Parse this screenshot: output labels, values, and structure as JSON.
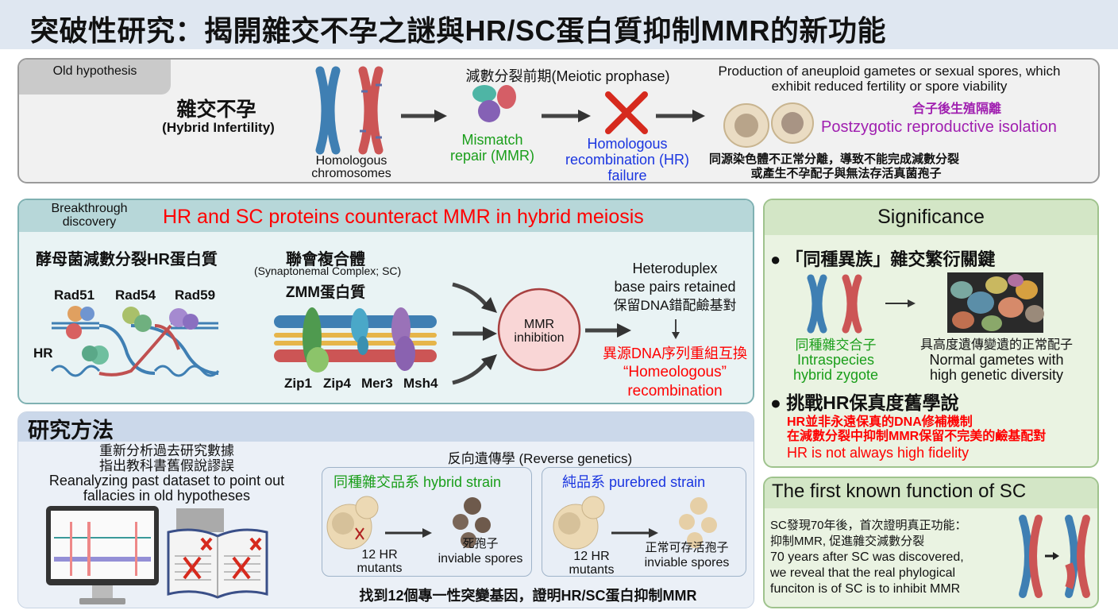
{
  "title": "突破性研究：揭開雜交不孕之謎與HR/SC蛋白質抑制MMR的新功能",
  "old_hypothesis": {
    "tab": "Old hypothesis",
    "topic_zh": "雜交不孕",
    "topic_en": "(Hybrid Infertility)",
    "chromosomes_label": "Homologous chromosomes",
    "stage_label": "減數分裂前期(Meiotic prophase)",
    "mmr_label": "Mismatch repair (MMR)",
    "hr_failure_label": "Homologous recombination (HR) failure",
    "outcome_en": "Production of aneuploid gametes or sexual spores, which exhibit reduced fertility or spore viability",
    "isolation_zh": "合子後生殖隔離",
    "isolation_en": "Postzygotic reproductive isolation",
    "outcome_zh_1": "同源染色體不正常分離，導致不能完成減數分裂",
    "outcome_zh_2": "或產生不孕配子與無法存活真菌孢子"
  },
  "breakthrough": {
    "tab": "Breakthrough discovery",
    "headline": "HR and SC proteins counteract MMR in hybrid meiosis",
    "hr_title": "酵母菌減數分裂HR蛋白質",
    "hr_proteins": [
      "Rad51",
      "Rad54",
      "Rad59"
    ],
    "hr_label": "HR",
    "sc_title_zh": "聯會複合體",
    "sc_title_en": "(Synaptonemal Complex; SC)",
    "zmm_title": "ZMM蛋白質",
    "zmm_proteins": [
      "Zip1",
      "Zip4",
      "Mer3",
      "Msh4"
    ],
    "mmr_inhibition": "MMR inhibition",
    "heteroduplex_en_1": "Heteroduplex",
    "heteroduplex_en_2": "base pairs retained",
    "heteroduplex_zh": "保留DNA錯配鹼基對",
    "result_zh": "異源DNA序列重組互換",
    "result_en_1": "“Homeologous”",
    "result_en_2": "recombination"
  },
  "methods": {
    "title": "研究方法",
    "reanalysis_zh_1": "重新分析過去研究數據",
    "reanalysis_zh_2": "指出教科書舊假說謬誤",
    "reanalysis_en_1": "Reanalyzing past dataset to point out",
    "reanalysis_en_2": "fallacies in old hypotheses",
    "reverse_genetics": "反向遺傳學 (Reverse genetics)",
    "hybrid": {
      "title_zh": "同種雜交品系",
      "title_en": "hybrid strain",
      "mutants": "12 HR mutants",
      "spores_zh": "死孢子",
      "spores_en": "inviable spores"
    },
    "purebred": {
      "title_zh": "純品系",
      "title_en": "purebred strain",
      "mutants": "12 HR mutants",
      "spores_zh": "正常可存活孢子",
      "spores_en": "inviable spores"
    },
    "conclusion": "找到12個專一性突變基因，證明HR/SC蛋白抑制MMR"
  },
  "significance": {
    "title": "Significance",
    "bullet1": "「同種異族」雜交繁衍關鍵",
    "zygote_zh": "同種雜交合子",
    "zygote_en_1": "Intraspecies",
    "zygote_en_2": "hybrid zygote",
    "gametes_zh": "具高度遺傳變遺的正常配子",
    "gametes_en_1": "Normal gametes with",
    "gametes_en_2": "high genetic diversity",
    "bullet2": "挑戰HR保真度舊學說",
    "fidelity_1": "HR並非永遠保真的DNA修補機制",
    "fidelity_2": "在減數分裂中抑制MMR保留不完美的鹼基配對",
    "fidelity_3": "HR is not always high fidelity"
  },
  "sc_function": {
    "title": "The first known function of SC",
    "zh_1": "SC發現70年後，首次證明真正功能：",
    "zh_2": "抑制MMR, 促進雜交減數分裂",
    "en_1": "70 years after SC was discovered,",
    "en_2": "we reveal that the real phylogical",
    "en_3": "funciton is of SC is to inhibit MMR"
  },
  "colors": {
    "green": "#1a9e1a",
    "blue": "#1a35e0",
    "red": "#ff0000",
    "purple": "#a020b0",
    "chromosome_blue": "#3f7fb3",
    "chromosome_red": "#cc5555"
  }
}
